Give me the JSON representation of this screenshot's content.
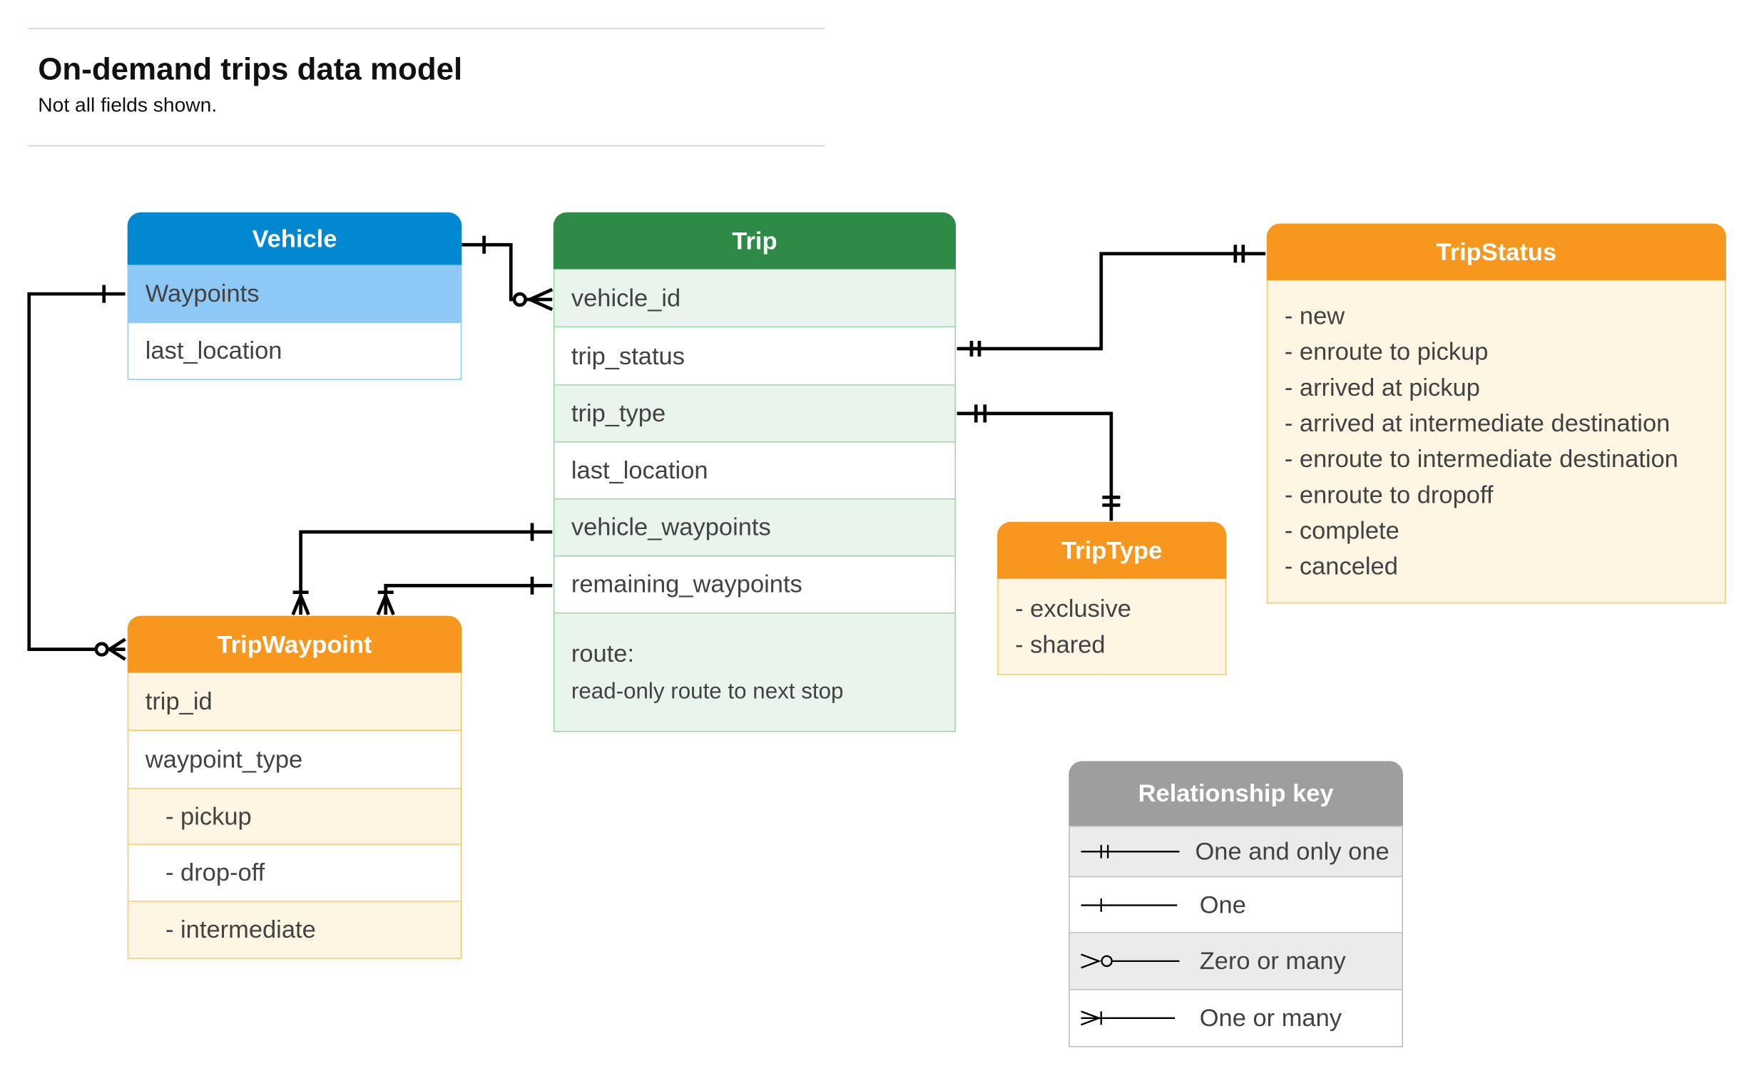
{
  "header": {
    "title": "On-demand trips data model",
    "subtitle": "Not all fields shown."
  },
  "colors": {
    "vehicle": "#0288d1",
    "vehicle_highlight": "#90caf9",
    "trip": "#2e8b47",
    "trip_row": "#e8f5e9",
    "orange": "#f7971e",
    "cream": "#fff5e3",
    "key": "#9e9e9e",
    "key_row": "#ebebeb"
  },
  "vehicle": {
    "title": "Vehicle",
    "fields": [
      "Waypoints",
      "last_location"
    ]
  },
  "trip": {
    "title": "Trip",
    "fields": [
      "vehicle_id",
      "trip_status",
      "trip_type",
      "last_location",
      "vehicle_waypoints",
      "remaining_waypoints"
    ],
    "route_label": "route:",
    "route_desc": "read-only route to next stop"
  },
  "trip_status": {
    "title": "TripStatus",
    "values": [
      "- new",
      "- enroute to pickup",
      "- arrived at pickup",
      "- arrived at intermediate destination",
      "- enroute to intermediate destination",
      "- enroute to dropoff",
      "- complete",
      "- canceled"
    ]
  },
  "trip_type": {
    "title": "TripType",
    "values": [
      "- exclusive",
      "- shared"
    ]
  },
  "trip_waypoint": {
    "title": "TripWaypoint",
    "fields": [
      "trip_id",
      "waypoint_type",
      "- pickup",
      "- drop-off",
      "- intermediate"
    ]
  },
  "key": {
    "title": "Relationship key",
    "items": [
      {
        "label": "One and only one",
        "icon": "one-and-only-one-icon"
      },
      {
        "label": "One",
        "icon": "one-icon"
      },
      {
        "label": "Zero or many",
        "icon": "zero-or-many-icon"
      },
      {
        "label": "One or many",
        "icon": "one-or-many-icon"
      }
    ]
  }
}
